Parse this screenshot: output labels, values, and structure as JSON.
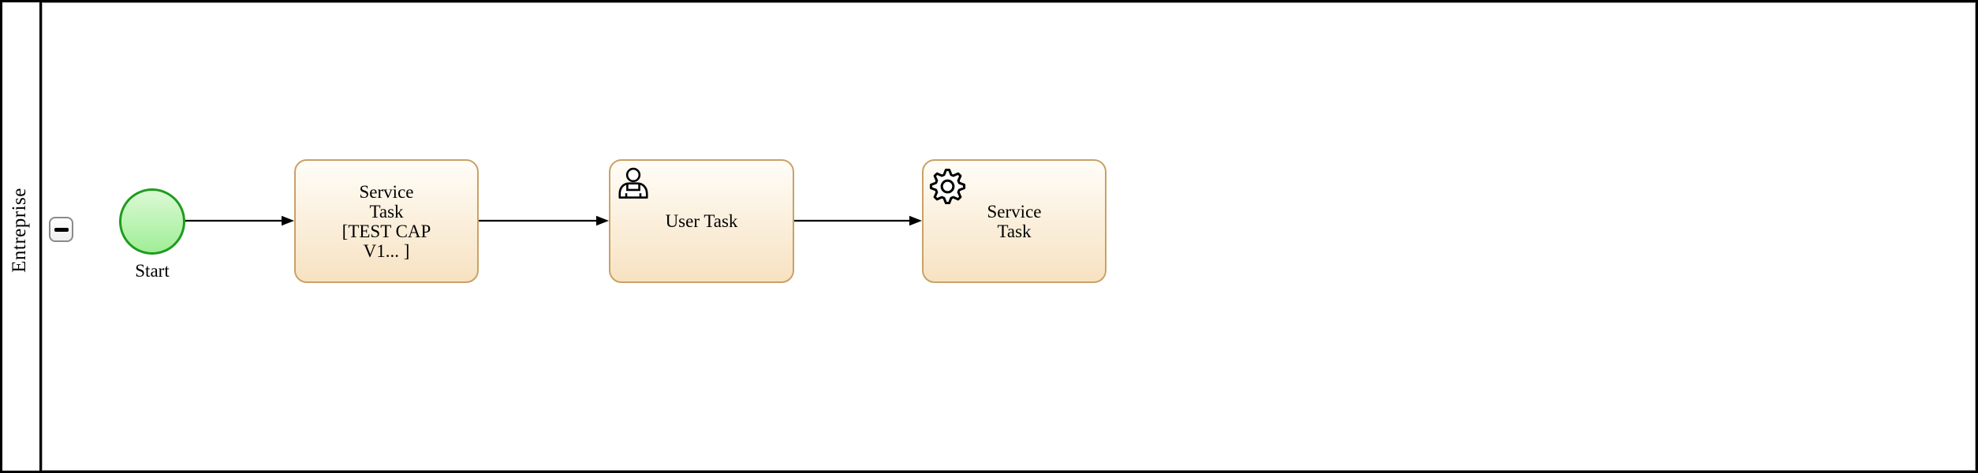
{
  "pool": {
    "label": "Entreprise",
    "collapse_button_symbol": "−"
  },
  "start_event": {
    "label": "Start"
  },
  "tasks": [
    {
      "type": "service",
      "lines": [
        "Service",
        "Task",
        "[TEST CAP",
        "V1... ]"
      ]
    },
    {
      "type": "user",
      "icon": "user-icon",
      "lines": [
        "User Task"
      ]
    },
    {
      "type": "service",
      "icon": "gear-icon",
      "lines": [
        "Service",
        "Task"
      ]
    }
  ],
  "colors": {
    "line": "#000000",
    "lane_border": "#000000",
    "lane_inner_border": "#a9a9a9",
    "button_border": "#8a8a8a",
    "task_border": "#c9a166",
    "task_fill_top": "#fffdf8",
    "task_fill_bottom": "#f7e2c1",
    "event_border": "#1e9c1e",
    "event_fill_top": "#dbf9d4",
    "event_fill_bottom": "#a0ee97"
  }
}
